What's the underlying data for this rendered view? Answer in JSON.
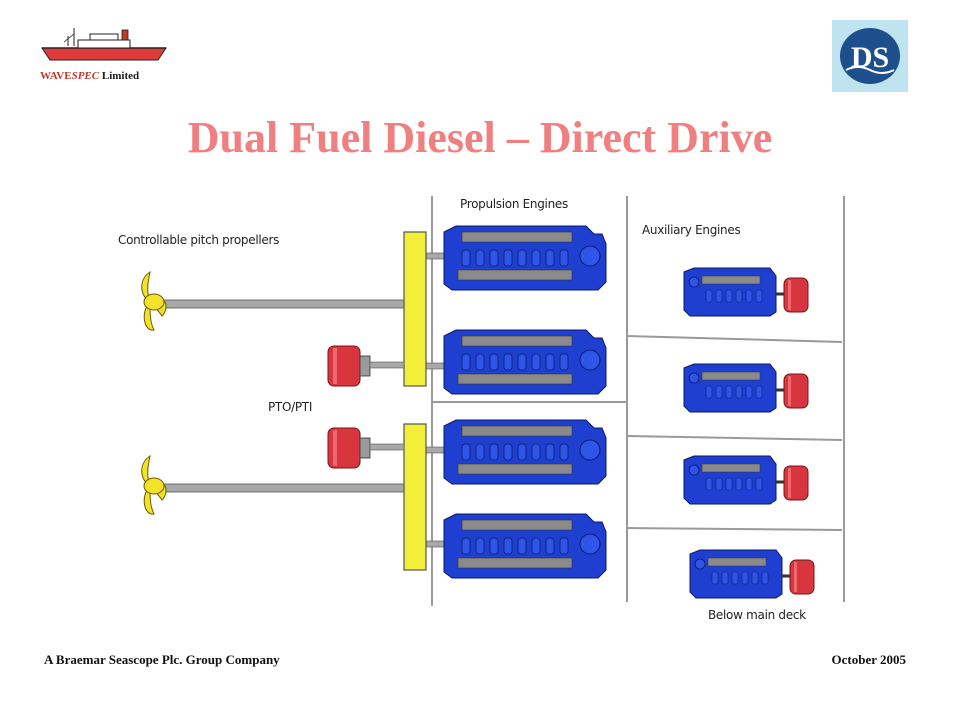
{
  "branding": {
    "company_prefix": "WAVE",
    "company_italic": "SPEC",
    "company_suffix": "Limited",
    "ship_icon": "ship-icon",
    "corner_logo": "bs-monogram-logo"
  },
  "slide": {
    "title": "Dual Fuel Diesel – Direct Drive"
  },
  "diagram": {
    "label_propulsion": "Propulsion Engines",
    "label_auxiliary": "Auxiliary Engines",
    "label_propellers": "Controllable  pitch propellers",
    "label_pto": "PTO/PTI",
    "label_below_deck": "Below main deck",
    "colors": {
      "engine": "#1e3fcf",
      "gearbox": "#f2ee3a",
      "generator": "#d8363f",
      "propeller": "#f2e22a",
      "shaft": "#8c8c8c"
    }
  },
  "footer": {
    "left": "A Braemar Seascope Plc. Group Company",
    "right": "October 2005"
  }
}
